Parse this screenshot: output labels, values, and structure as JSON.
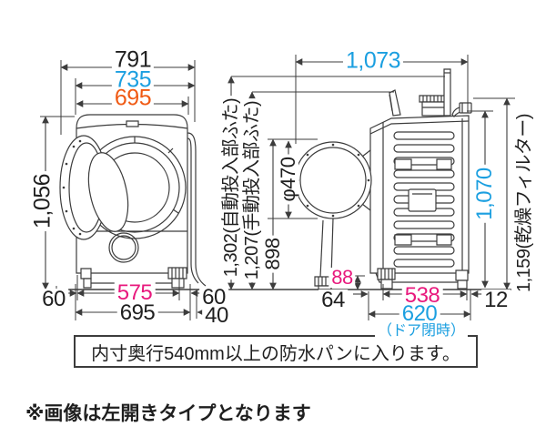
{
  "colors": {
    "text_black": "#1f1f1f",
    "accent_cyan": "#1b9fe0",
    "accent_orange": "#f05a14",
    "accent_magenta": "#e8197d",
    "line": "#3c3c3c"
  },
  "front_view": {
    "width_total": "791",
    "width_body": "735",
    "width_opening": "695",
    "height_total": "1,056",
    "bottom": {
      "margin_left": "60",
      "leg_span": "575",
      "margin_right": "60",
      "base_width": "695",
      "hose_protrusion": "40"
    }
  },
  "side_view": {
    "depth_door_open": "1,073",
    "height_auto_lid": "1,302(自動投入部ふた)",
    "height_manual_lid": "1,207(手動投入部ふた)",
    "height_door_top": "898",
    "door_diameter": "φ470",
    "height_body": "1,070",
    "height_filter": "1,159(乾燥フィルター)",
    "bottom": {
      "base_height": "88",
      "front_margin": "64",
      "leg_span": "538",
      "rear_margin": "12",
      "depth_closed": "620",
      "depth_closed_note": "（ドア閉時）"
    }
  },
  "notes": {
    "waterproof_pan": "内寸奥行540mm以上の防水パンに入ります。",
    "door_type": "※画像は左開きタイプとなります"
  }
}
